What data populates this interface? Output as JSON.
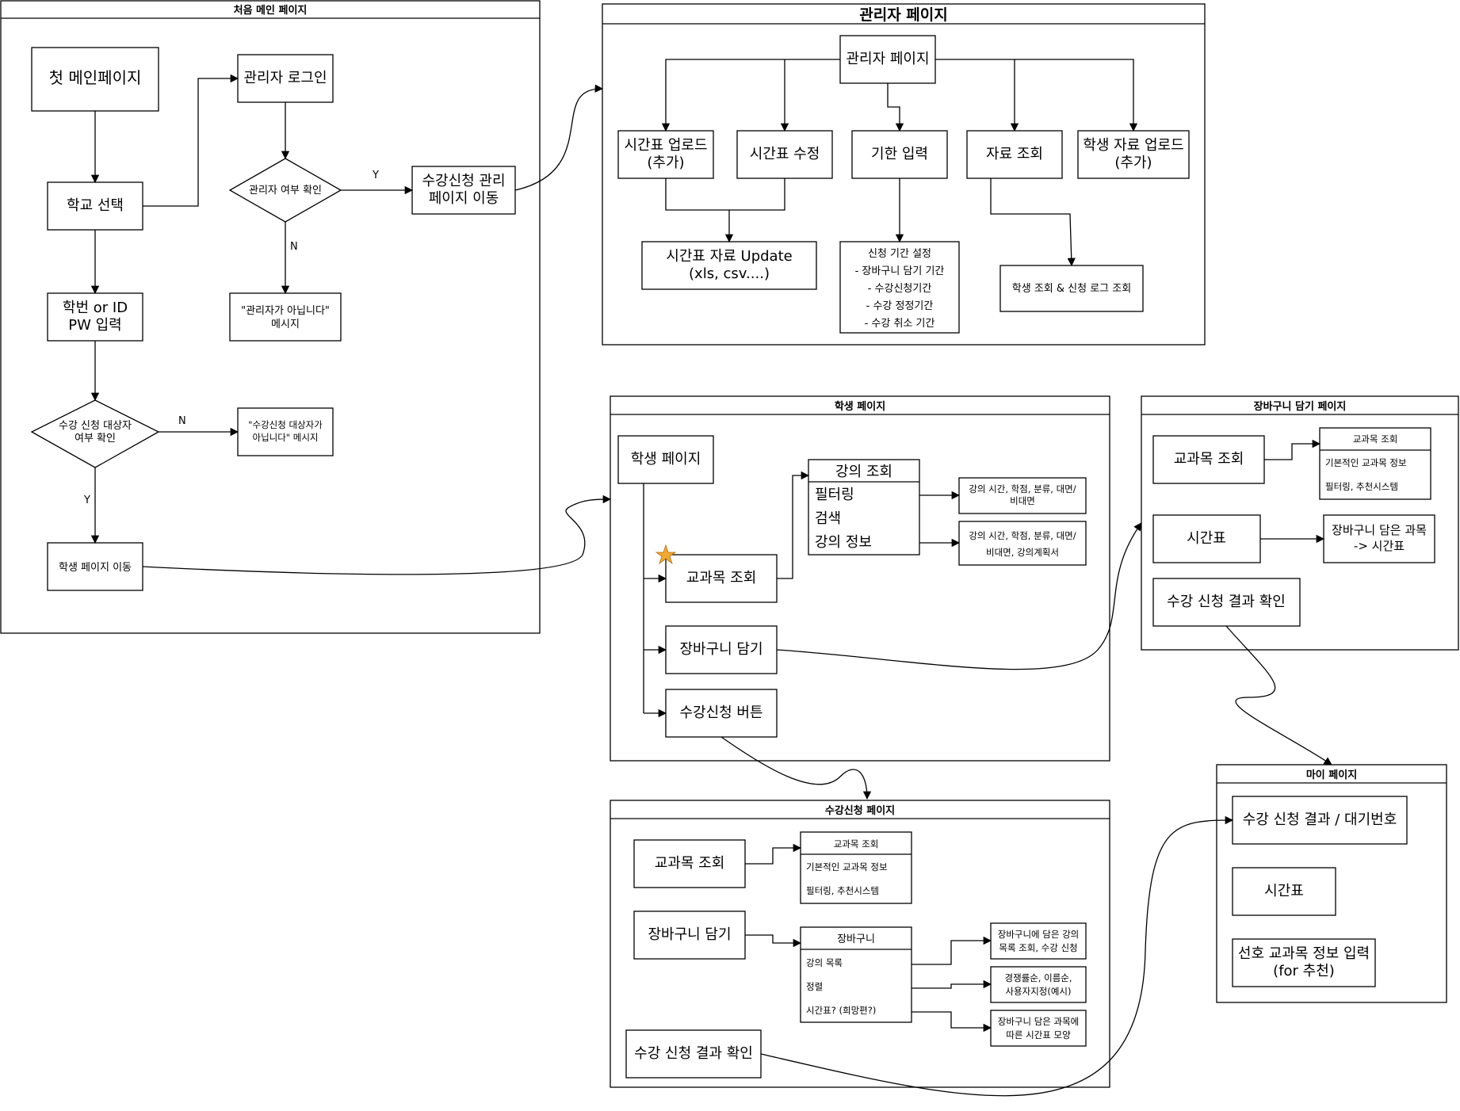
{
  "main_page": {
    "title": "처음 메인 페이지",
    "first_main": "첫 메인페이지",
    "school_select": "학교 선택",
    "admin_login": "관리자 로그인",
    "admin_check": "관리자 여부 확인",
    "admin_move_1": "수강신청 관리",
    "admin_move_2": "페이지 이동",
    "not_admin_1": "\"관리자가 아닙니다\"",
    "not_admin_2": "메시지",
    "id_pw_1": "학번 or ID",
    "id_pw_2": "PW 입력",
    "target_check_1": "수강 신청 대상자",
    "target_check_2": "여부 확인",
    "not_target_1": "\"수강신청 대상자가",
    "not_target_2": "아닙니다\" 메시지",
    "student_move": "학생 페이지 이동",
    "yes": "Y",
    "no": "N"
  },
  "admin_page": {
    "title": "관리자 페이지",
    "root": "관리자 페이지",
    "upload_1": "시간표 업로드",
    "upload_2": "(추가)",
    "edit": "시간표 수정",
    "deadline": "기한 입력",
    "lookup": "자료 조회",
    "student_upload_1": "학생 자료 업로드",
    "student_upload_2": "(추가)",
    "update_1": "시간표 자료 Update",
    "update_2": "(xls, csv....)",
    "period_lines": [
      "신청 기간 설정",
      "- 장바구니 담기 기간",
      "- 수강신청기간",
      "- 수강 정정기간",
      "- 수강 취소 기간"
    ],
    "log": "학생 조회 & 신청 로그 조회"
  },
  "student_page": {
    "title": "학생 페이지",
    "root": "학생 페이지",
    "course_search": "교과목 조회",
    "cart": "장바구니 담기",
    "register_button": "수강신청 버튼",
    "lecture_title": "강의 조회",
    "lecture_items": [
      "필터링",
      "검색",
      "강의 정보"
    ],
    "note1_1": "강의 시간, 학점, 분류, 대면/",
    "note1_2": "비대면",
    "note2_1": "강의 시간, 학점, 분류, 대면/",
    "note2_2": "비대면, 강의계획서"
  },
  "cart_page": {
    "title": "장바구니 담기 페이지",
    "course_search": "교과목 조회",
    "timetable": "시간표",
    "result": "수강 신청 결과 확인",
    "course_box_title": "교과목 조회",
    "course_box_items": [
      "기본적인 교과목 정보",
      "필터링, 추천시스템"
    ],
    "cart_to_timetable_1": "장바구니 담은 과목",
    "cart_to_timetable_2": "-> 시간표"
  },
  "register_page": {
    "title": "수강신청 페이지",
    "course_search": "교과목 조회",
    "cart": "장바구니 담기",
    "result": "수강 신청 결과 확인",
    "course_box_title": "교과목 조회",
    "course_box_items": [
      "기본적인 교과목 정보",
      "필터링, 추천시스템"
    ],
    "cart_box_title": "장바구니",
    "cart_box_items": [
      "강의 목록",
      "정렬",
      "시간표? (희망편?)"
    ],
    "note1_1": "장바구니에 담은 강의",
    "note1_2": "목록 조회, 수강 신청",
    "note2_1": "경쟁률순, 이름순,",
    "note2_2": "사용자지정(예시)",
    "note3_1": "장바구니 담은 과목에",
    "note3_2": "따른 시간표 모양"
  },
  "my_page": {
    "title": "마이 페이지",
    "result": "수강 신청 결과 / 대기번호",
    "timetable": "시간표",
    "pref_1": "선호 교과목 정보 입력",
    "pref_2": "(for 추천)"
  },
  "colors": {
    "star": "#f0a830",
    "star_stroke": "#b07010"
  },
  "icons": {
    "star": "star-icon"
  }
}
